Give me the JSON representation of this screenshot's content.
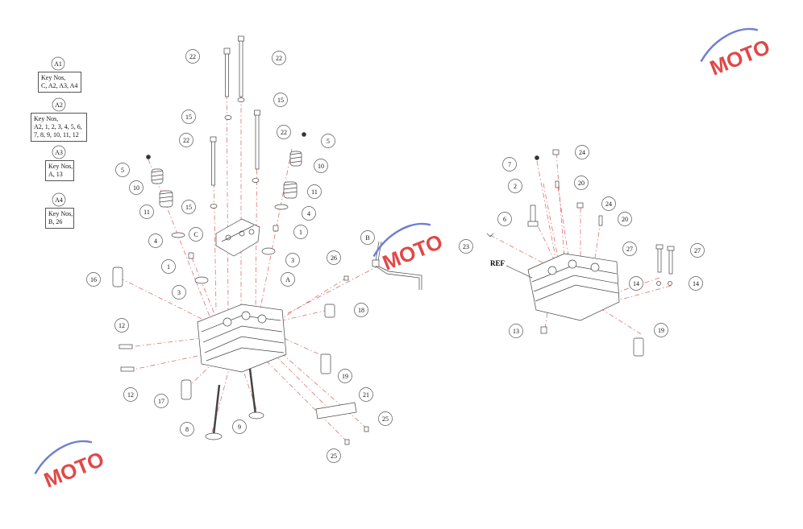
{
  "key_groups": [
    {
      "id": "A1",
      "lines": [
        "Key Nos,",
        "C, A2, A3, A4"
      ]
    },
    {
      "id": "A2",
      "lines": [
        "Key Nos,",
        "A2, 1, 2, 3, 4, 5, 6,",
        "7, 8, 9, 10, 11, 12"
      ]
    },
    {
      "id": "A3",
      "lines": [
        "Key Nos,",
        "A, 13"
      ]
    },
    {
      "id": "A4",
      "lines": [
        "Key Nos,",
        "B, 26"
      ]
    }
  ],
  "left_callouts": [
    "22",
    "22",
    "15",
    "15",
    "22",
    "22",
    "5",
    "5",
    "10",
    "10",
    "11",
    "11",
    "15",
    "4",
    "4",
    "C",
    "1",
    "1",
    "3",
    "3",
    "26",
    "B",
    "A",
    "16",
    "18",
    "12",
    "12",
    "19",
    "17",
    "21",
    "8",
    "9",
    "25",
    "25"
  ],
  "right_callouts": [
    "7",
    "24",
    "2",
    "20",
    "24",
    "6",
    "20",
    "23",
    "27",
    "27",
    "REF",
    "14",
    "14",
    "13",
    "19"
  ],
  "watermark": "MOTO",
  "colors": {
    "leader": "#e07070",
    "line": "#555555",
    "watermark_red": "#e04848",
    "watermark_blue": "#6f7fd0"
  }
}
